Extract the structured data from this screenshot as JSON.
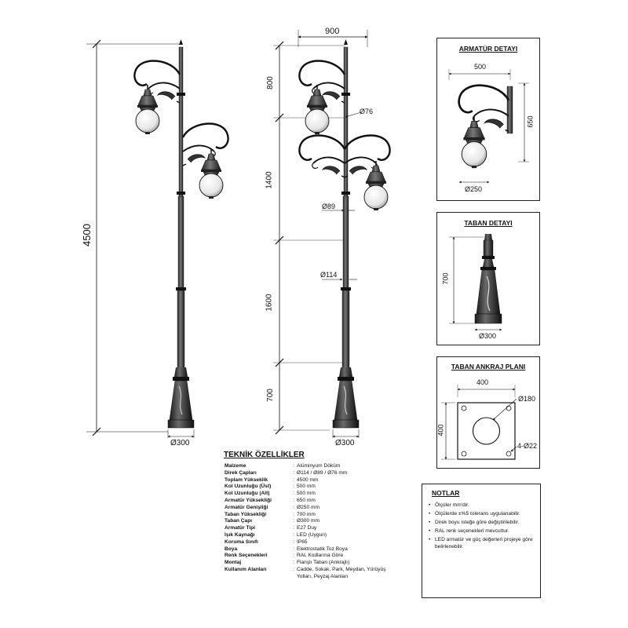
{
  "dimensions": {
    "total_height": "4500",
    "top_width": "900",
    "seg_800": "800",
    "seg_1400": "1400",
    "seg_1600": "1600",
    "seg_700": "700",
    "dia_76": "Ø76",
    "dia_89": "Ø89",
    "dia_114": "Ø114",
    "base_left": "Ø300",
    "base_right": "Ø300"
  },
  "armatur_detail": {
    "title": "ARMATÜR DETAYI",
    "width": "500",
    "height": "650",
    "diameter": "Ø250"
  },
  "taban_detail": {
    "title": "TABAN DETAYI",
    "height": "700",
    "diameter": "Ø300"
  },
  "anchor_plan": {
    "title": "TABAN ANKRAJ PLANI",
    "width": "400",
    "height": "400",
    "hole": "Ø180",
    "bolts": "4-Ø22"
  },
  "specs": {
    "title": "TEKNİK ÖZELLİKLER",
    "rows": [
      {
        "k": "Malzeme",
        "c": ":",
        "v": "Alüminyum Döküm"
      },
      {
        "k": "Direk Çapları",
        "c": ":",
        "v": "Ø114 / Ø89 / Ø76 mm"
      },
      {
        "k": "Toplam Yükseklik",
        "c": ":",
        "v": "4500 mm"
      },
      {
        "k": "Kol Uzunluğu (Üst)",
        "c": ":",
        "v": "500 mm"
      },
      {
        "k": "Kol Uzunluğu (Alt)",
        "c": ":",
        "v": "500 mm"
      },
      {
        "k": "Armatür Yüksekliği",
        "c": ":",
        "v": "650 mm"
      },
      {
        "k": "Armatür Genişliği",
        "c": ":",
        "v": "Ø250 mm"
      },
      {
        "k": "Taban Yüksekliği",
        "c": ":",
        "v": "700 mm"
      },
      {
        "k": "Taban Çapı",
        "c": ":",
        "v": "Ø300 mm"
      },
      {
        "k": "Armatür Tipi",
        "c": ":",
        "v": "E27 Duy"
      },
      {
        "k": "Işık Kaynağı",
        "c": ":",
        "v": "LED (Uygun)"
      },
      {
        "k": "Koruma Sınıfı",
        "c": ":",
        "v": "IP65"
      },
      {
        "k": "Boya",
        "c": ":",
        "v": "Elektrostatik Toz Boya"
      },
      {
        "k": "Renk Seçenekleri",
        "c": ":",
        "v": "RAL Kodlarına Göre"
      },
      {
        "k": "Montaj",
        "c": ":",
        "v": "Flanşlı Taban (Ankrajlı)"
      },
      {
        "k": "Kullanım Alanları",
        "c": ":",
        "v": "Cadde, Sokak, Park, Meydan, Yürüyüş Yolları, Peyzaj Alanları"
      }
    ]
  },
  "notes": {
    "title": "NOTLAR",
    "items": [
      "Ölçüler mm'dir.",
      "Ölçülerde ±%5 tolerans uygulanabilir.",
      "Direk boyu isteğe göre değiştirilebilir.",
      "RAL renk seçenekleri mevcuttur.",
      "LED armatür ve güç değerleri projeye göre belirlenebilir."
    ]
  }
}
